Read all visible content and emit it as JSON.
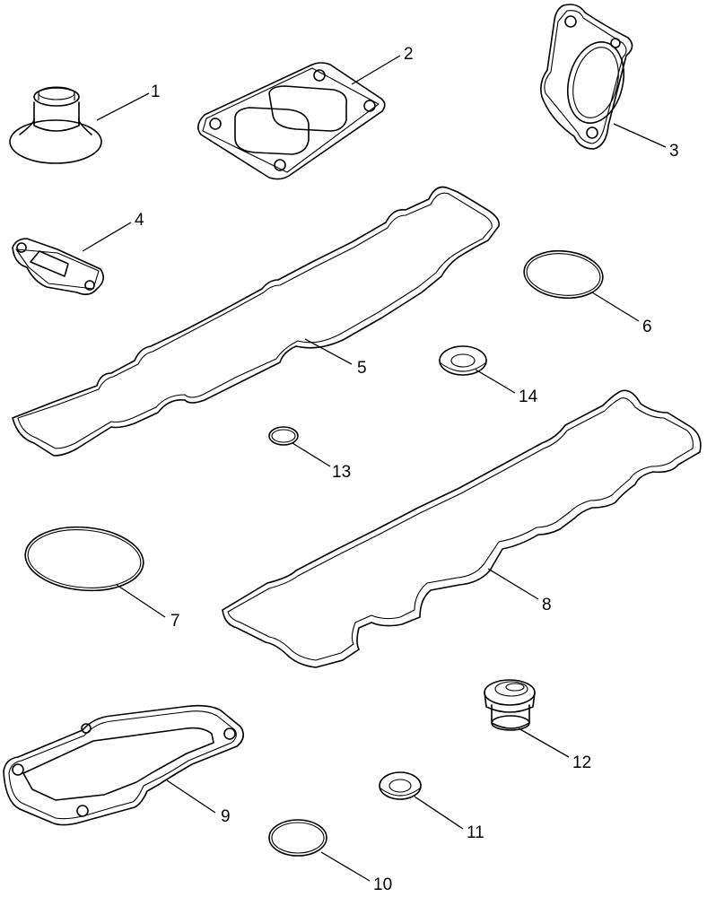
{
  "callouts": {
    "c1": "1",
    "c2": "2",
    "c3": "3",
    "c4": "4",
    "c5": "5",
    "c6": "6",
    "c7": "7",
    "c8": "8",
    "c9": "9",
    "c10": "10",
    "c11": "11",
    "c12": "12",
    "c13": "13",
    "c14": "14"
  },
  "parts": [
    {
      "callout": "1",
      "icon": "seal-with-flange-icon"
    },
    {
      "callout": "2",
      "icon": "flat-gasket-twin-port-icon"
    },
    {
      "callout": "3",
      "icon": "flange-gasket-icon"
    },
    {
      "callout": "4",
      "icon": "small-flange-gasket-icon"
    },
    {
      "callout": "5",
      "icon": "long-cover-gasket-icon"
    },
    {
      "callout": "6",
      "icon": "o-ring-icon"
    },
    {
      "callout": "7",
      "icon": "large-o-ring-icon"
    },
    {
      "callout": "8",
      "icon": "valve-cover-gasket-icon"
    },
    {
      "callout": "9",
      "icon": "plate-gasket-icon"
    },
    {
      "callout": "10",
      "icon": "o-ring-icon"
    },
    {
      "callout": "11",
      "icon": "sealing-washer-icon"
    },
    {
      "callout": "12",
      "icon": "plug-with-seal-icon"
    },
    {
      "callout": "13",
      "icon": "small-o-ring-icon"
    },
    {
      "callout": "14",
      "icon": "sealing-washer-icon"
    }
  ]
}
